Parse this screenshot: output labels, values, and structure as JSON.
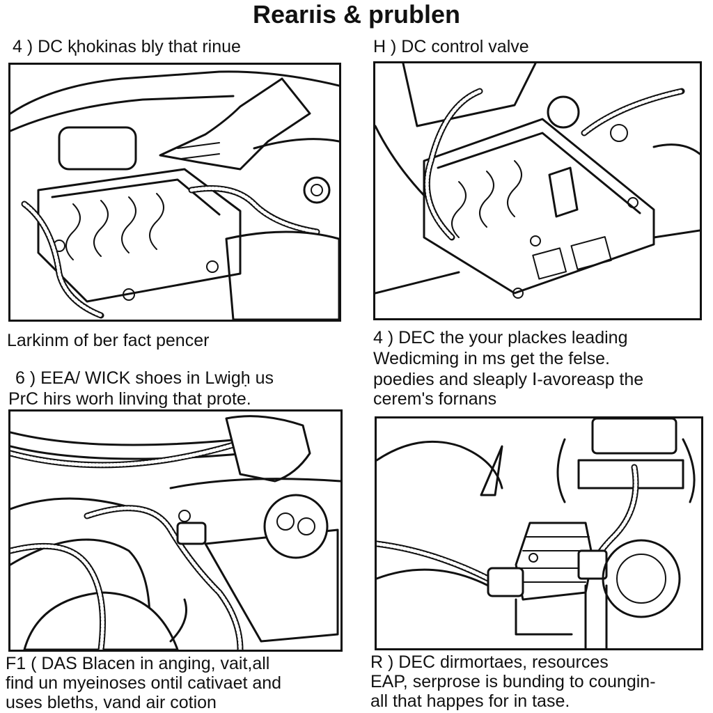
{
  "title": "Rearıis & prublen",
  "panels": [
    {
      "caption_lines": [
        "4 ) DC ⱪhokinas bly that rinue"
      ],
      "bottom_caption_lines": [
        "Larkinm of ber fact pencer"
      ]
    },
    {
      "caption_lines": [
        "H ) DC control valve"
      ]
    },
    {
      "caption_lines": [
        "6 ) EEA/ WICK shoes in Lwigḥ us",
        "PrC hirs worh linving that prote."
      ]
    },
    {
      "caption_lines": [
        "4 ) DEC the your plackes leading",
        "Wedicming in ms get the felse.",
        "poedies and sleaply Ⅰ-avoreasp the",
        "cerem's fornans"
      ]
    }
  ],
  "bottom_captions": [
    [
      "F1 ( DAS Blacen in anging, vait,all",
      "find un myeinoses ontil cativaet and",
      "uses bleths, vand air cotion"
    ],
    [
      "R ) DEC dirmortaes, resources",
      "EAP, serprose is bunding to coungin-",
      "all that happes for in tase."
    ]
  ]
}
